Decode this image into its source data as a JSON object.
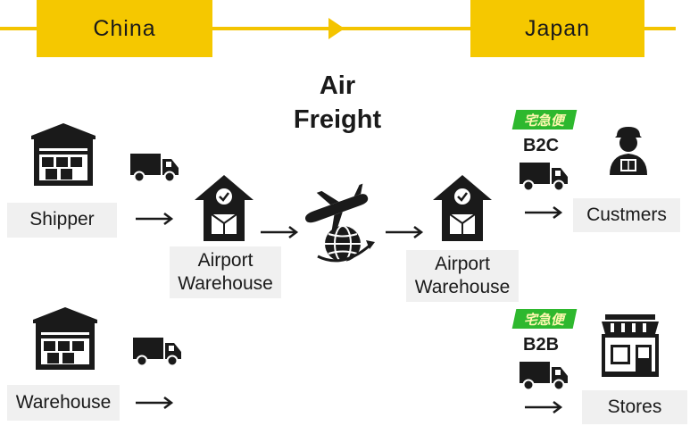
{
  "route": {
    "origin": "China",
    "destination": "Japan"
  },
  "center": {
    "title_line1": "Air",
    "title_line2": "Freight"
  },
  "nodes": {
    "shipper": "Shipper",
    "warehouse": "Warehouse",
    "airport_origin_line1": "Airport",
    "airport_origin_line2": "Warehouse",
    "airport_dest_line1": "Airport",
    "airport_dest_line2": "Warehouse",
    "customers": "Custmers",
    "stores": "Stores"
  },
  "delivery": {
    "b2c_service": "宅急便",
    "b2c_code": "B2C",
    "b2b_service": "宅急便",
    "b2b_code": "B2B"
  },
  "colors": {
    "accent": "#f5c800",
    "label_bg": "#f0f0f0",
    "icon": "#1a1a1a",
    "service_green": "#2eb82e"
  },
  "icons": [
    "warehouse-icon",
    "truck-icon",
    "arrow-icon",
    "secure-warehouse-icon",
    "airplane-globe-icon",
    "delivery-person-icon",
    "storefront-icon"
  ]
}
